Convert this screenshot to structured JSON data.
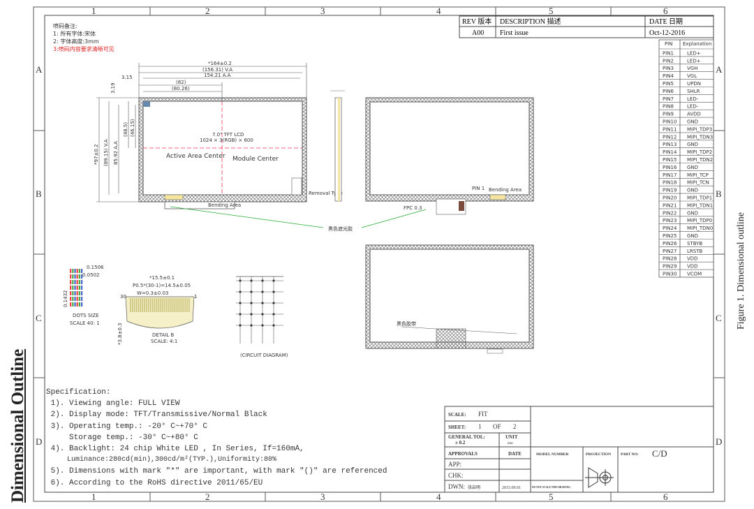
{
  "side_title": "Dimensional Outline",
  "figure_caption": "Figure 1. Dimensional outline",
  "border": {
    "columns": [
      "1",
      "2",
      "3",
      "4",
      "5",
      "6"
    ],
    "rows": [
      "A",
      "B",
      "C",
      "D"
    ]
  },
  "notes": {
    "title": "喷码备注:",
    "line1": "1: 所有字体:宋体",
    "line2": "2: 字体高度:3mm",
    "line3": "3:喷码内容要求清晰可见"
  },
  "revision": {
    "rev_header": "REV 版本",
    "desc_header": "DESCRIPTION 描述",
    "date_header": "DATE 日期",
    "rev": "A00",
    "desc": "First issue",
    "date": "Oct-12-2016"
  },
  "pin_table": {
    "header_pin": "PIN",
    "header_exp": "Explanation",
    "rows": [
      {
        "pin": "PIN1",
        "exp": "LED+"
      },
      {
        "pin": "PIN2",
        "exp": "LED+"
      },
      {
        "pin": "PIN3",
        "exp": "VGH"
      },
      {
        "pin": "PIN4",
        "exp": "VGL"
      },
      {
        "pin": "PIN5",
        "exp": "UPDN"
      },
      {
        "pin": "PIN6",
        "exp": "SHLR"
      },
      {
        "pin": "PIN7",
        "exp": "LED-"
      },
      {
        "pin": "PIN8",
        "exp": "LED-"
      },
      {
        "pin": "PIN9",
        "exp": "AVDD"
      },
      {
        "pin": "PIN10",
        "exp": "GND"
      },
      {
        "pin": "PIN11",
        "exp": "MIPI_TDP3"
      },
      {
        "pin": "PIN12",
        "exp": "MIPI_TDN3"
      },
      {
        "pin": "PIN13",
        "exp": "GND"
      },
      {
        "pin": "PIN14",
        "exp": "MIPI_TDP2"
      },
      {
        "pin": "PIN15",
        "exp": "MIPI_TDN2"
      },
      {
        "pin": "PIN16",
        "exp": "GND"
      },
      {
        "pin": "PIN17",
        "exp": "MIPI_TCP"
      },
      {
        "pin": "PIN18",
        "exp": "MIPI_TCN"
      },
      {
        "pin": "PIN19",
        "exp": "GND"
      },
      {
        "pin": "PIN20",
        "exp": "MIPI_TDP1"
      },
      {
        "pin": "PIN21",
        "exp": "MIPI_TDN1"
      },
      {
        "pin": "PIN22",
        "exp": "GND"
      },
      {
        "pin": "PIN23",
        "exp": "MIPI_TDP0"
      },
      {
        "pin": "PIN24",
        "exp": "MIPI_TDN0"
      },
      {
        "pin": "PIN25",
        "exp": "GND"
      },
      {
        "pin": "PIN26",
        "exp": "STBYB"
      },
      {
        "pin": "PIN27",
        "exp": "LRSTB"
      },
      {
        "pin": "PIN28",
        "exp": "VDD"
      },
      {
        "pin": "PIN29",
        "exp": "VDD"
      },
      {
        "pin": "PIN30",
        "exp": "VCOM"
      }
    ]
  },
  "front_view": {
    "dim_total_w": "*164±0.2",
    "dim_va_w": "(156.31) V.A",
    "dim_aa_w": "154.21 A.A",
    "dim_82": "(82)",
    "dim_8026": "(80.26)",
    "dim_315": "3.15",
    "dim_319": "3.19",
    "dim_total_h": "*97±0.2",
    "dim_va_h": "(89.15) V.A",
    "dim_aa_h": "85.92 A.A",
    "dim_485": "(48.5)",
    "dim_4615": "(46.15)",
    "panel_line1": "7.0\" TFT LCD",
    "panel_line2": "1024 × 3(RGB) × 600",
    "active_center": "Active Area Center",
    "module_center": "Module Center",
    "removal_type": "Removal Type",
    "bending_area": "Bending Area"
  },
  "back_view": {
    "bending_area": "Bending Area",
    "pin1": "PIN 1",
    "label_a": "FPC 0.3",
    "black_tape": "黑色遮光胶"
  },
  "bottom_view": {
    "label": "黑色胶带"
  },
  "dots": {
    "d1": "0.1506",
    "d2": "0.0502",
    "d3": "0.1432",
    "title": "DOTS SIZE",
    "scale": "SCALE 40: 1"
  },
  "detail_b": {
    "d1": "*15.5±0.1",
    "d2": "P0.5*(30-1)=14.5±0.05",
    "d3": "W=0.3±0.03",
    "d4": "30",
    "d5": "1",
    "d6": "*3.8±0.3",
    "title": "DETAIL B",
    "scale": "SCALE: 4:1"
  },
  "circuit": {
    "title": "(CIRCUIT DIAGRAM)"
  },
  "spec": {
    "title": "Specification:",
    "l1": " 1). Viewing angle: FULL VIEW",
    "l2": " 2). Display mode: TFT/Transmissive/Normal Black",
    "l3": " 3). Operating temp.: -20° C~+70° C",
    "l4": "     Storage temp.: -30° C~+80° C",
    "l5": " 4). Backlight: 24 chip White LED , In Series, If=160mA,",
    "l6": "     Luminance:280cd(min),300cd/m²(TYP.),Uniformity:80%",
    "l7": " 5). Dimensions with mark \"*\" are important, with mark \"()\" are referenced",
    "l8": " 6). According to the RoHS directive 2011/65/EU"
  },
  "title_block": {
    "scale_label": "SCALE:",
    "scale_value": "FIT",
    "sheet_label": "SHEET:",
    "sheet_value": "1",
    "of_label": "OF",
    "of_value": "2",
    "tol_label": "GENERAL TOL:",
    "tol_value": "± 0.2",
    "unit_label": "UNIT",
    "unit_value": "mm",
    "approvals": "APPROVALS",
    "date": "DATE",
    "model_number": "MODEL NUMBER",
    "projection": "PROJECTION",
    "part_no": "PART NO:",
    "part_value": "C/D",
    "app": "APP:",
    "chk": "CHK:",
    "dwn": "DWN:",
    "dwn_name": "张启明",
    "dwn_date": "2015.09.01",
    "no_scale": "DO NOT SCALE THIS DRAWING"
  }
}
